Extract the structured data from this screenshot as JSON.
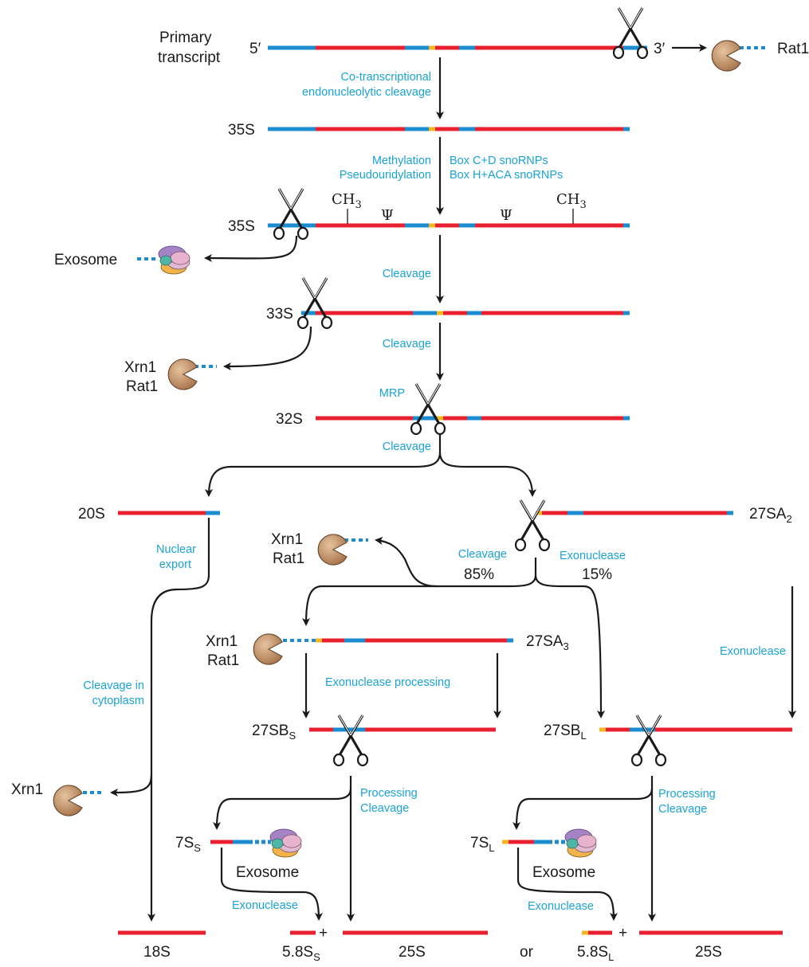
{
  "labels": {
    "primary_line1": "Primary",
    "primary_line2": "transcript",
    "five_prime": "5′",
    "three_prime": "3′",
    "rat1_top": "Rat1",
    "s35a": "35S",
    "s35b": "35S",
    "s33": "33S",
    "s32": "32S",
    "s20": "20S",
    "s27sa2": "27SA",
    "s27sa2_sub": "2",
    "s27sa3": "27SA",
    "s27sa3_sub": "3",
    "s27sbs": "27SB",
    "s27sbs_sub": "S",
    "s27sbl": "27SB",
    "s27sbl_sub": "L",
    "s7ss": "7S",
    "s7ss_sub": "S",
    "s7sl": "7S",
    "s7sl_sub": "L",
    "exosome_left": "Exosome",
    "exosome_mid": "Exosome",
    "exosome_right": "Exosome",
    "xrn1_33": "Xrn1",
    "rat1_33": "Rat1",
    "xrn1_27a": "Xrn1",
    "rat1_27a": "Rat1",
    "xrn1_27b": "Xrn1",
    "rat1_27b": "Rat1",
    "xrn1_18": "Xrn1",
    "f18s": "18S",
    "f58s": "5.8S",
    "f58s_sub": "S",
    "f25s_a": "25S",
    "or": "or",
    "f58l": "5.8S",
    "f58l_sub": "L",
    "f25s_b": "25S",
    "pct85": "85%",
    "pct15": "15%",
    "ch3_a": "CH",
    "ch3_a_sub": "3",
    "ch3_b": "CH",
    "ch3_b_sub": "3",
    "psi_a": "Ψ",
    "psi_b": "Ψ"
  },
  "steps": {
    "cotrans_1": "Co-transcriptional",
    "cotrans_2": "endonucleolytic cleavage",
    "methylation": "Methylation",
    "pseudouridylation": "Pseudouridylation",
    "box_cd": "Box C+D snoRNPs",
    "box_haca": "Box H+ACA snoRNPs",
    "cleavage_1": "Cleavage",
    "cleavage_2": "Cleavage",
    "mrp": "MRP",
    "cleavage_3": "Cleavage",
    "nuclear_1": "Nuclear",
    "nuclear_2": "export",
    "cleavage_85": "Cleavage",
    "exonuclease_15": "Exonuclease",
    "exonuclease_right": "Exonuclease",
    "exo_processing": "Exonuclease processing",
    "cyto_1": "Cleavage in",
    "cyto_2": "cytoplasm",
    "proc_l1": "Processing",
    "proc_l2": "Cleavage",
    "proc_r1": "Processing",
    "proc_r2": "Cleavage",
    "exonuc_l": "Exonuclease",
    "exonuc_r": "Exonuclease"
  },
  "colors": {
    "rna_red": "#e8202f",
    "spacer_blue": "#1a8ccf",
    "junction_yellow": "#f2b71f",
    "step_text": "#1aa3d6",
    "arrow": "#1a1a1a",
    "enzyme_tan": "#c4936a"
  }
}
